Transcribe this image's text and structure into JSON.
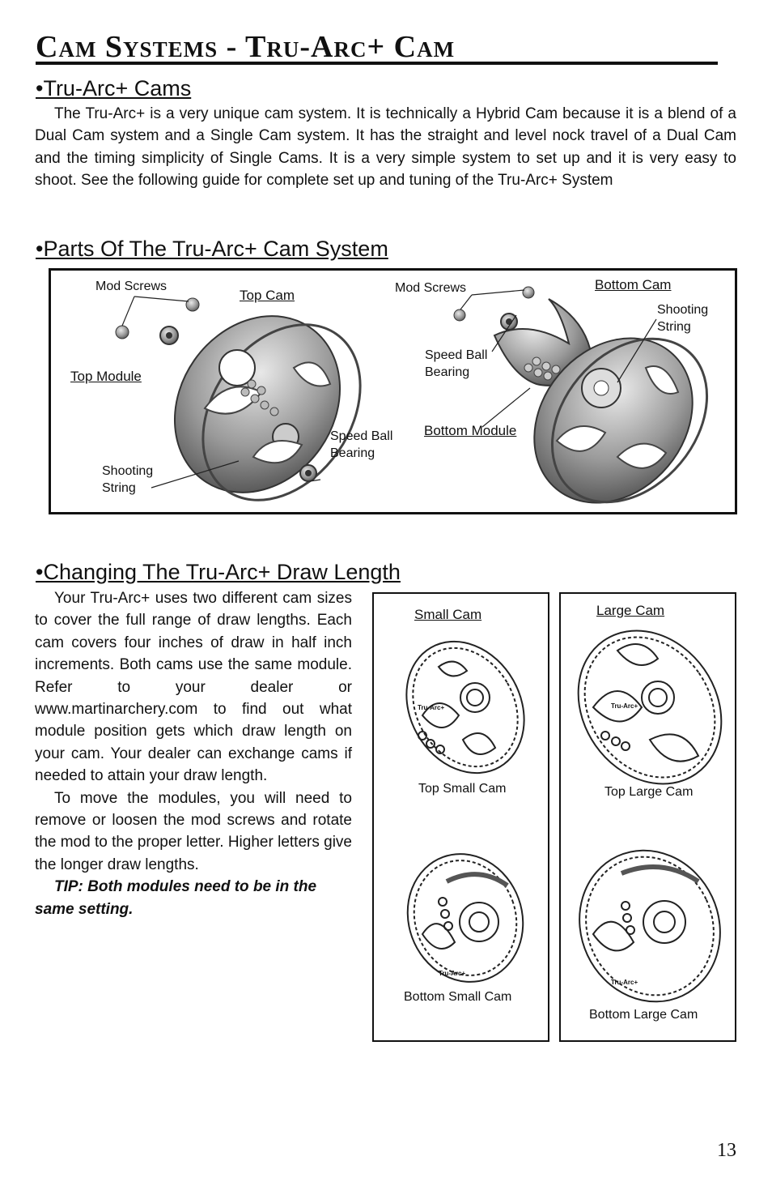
{
  "page": {
    "title": "Cam Systems - Tru-Arc+ Cam",
    "page_number": "13"
  },
  "section1": {
    "heading": "•Tru-Arc+ Cams",
    "body": "The Tru-Arc+ is a very unique cam system. It is technically a Hybrid Cam because it is a blend of a Dual Cam system and a Single Cam system. It has the straight and level nock travel of a Dual Cam and the timing simplicity of Single Cams. It is a very simple system to set up and it is very easy to shoot. See the following guide for complete set up and tuning of the Tru-Arc+ System"
  },
  "section2": {
    "heading": "•Parts Of The Tru-Arc+ Cam System",
    "labels": {
      "mod_screws_left": "Mod Screws",
      "top_cam": "Top Cam",
      "top_module": "Top Module",
      "speed_ball_bearing_left_1": "Speed Ball",
      "speed_ball_bearing_left_2": "Bearing",
      "shooting_string_left_1": "Shooting",
      "shooting_string_left_2": "String",
      "mod_screws_right": "Mod Screws",
      "bottom_cam": "Bottom Cam",
      "shooting_string_right_1": "Shooting",
      "shooting_string_right_2": "String",
      "speed_ball_bearing_right_1": "Speed Ball",
      "speed_ball_bearing_right_2": "Bearing",
      "bottom_module": "Bottom Module"
    }
  },
  "section3": {
    "heading": "•Changing The Tru-Arc+ Draw Length",
    "para1": "Your Tru-Arc+ uses two different cam sizes to cover the full range of draw lengths. Each cam covers four inches of draw in half inch increments. Both cams use the same module. Refer to your dealer or www.martinarchery.com to find out what module position gets which draw length on your cam. Your dealer can exchange cams if needed to attain your draw length.",
    "para2": "To move the modules, you will need to remove or loosen the mod screws and rotate the mod to the proper letter. Higher letters give the longer draw lengths.",
    "tip": "TIP: Both modules need to be in the same setting.",
    "small_box": {
      "heading": "Small Cam",
      "top_caption": "Top Small Cam",
      "bottom_caption": "Bottom Small Cam"
    },
    "large_box": {
      "heading": "Large Cam",
      "top_caption": "Top Large Cam",
      "bottom_caption": "Bottom Large Cam"
    },
    "cam_brand_text": "Tru-Arc+"
  }
}
